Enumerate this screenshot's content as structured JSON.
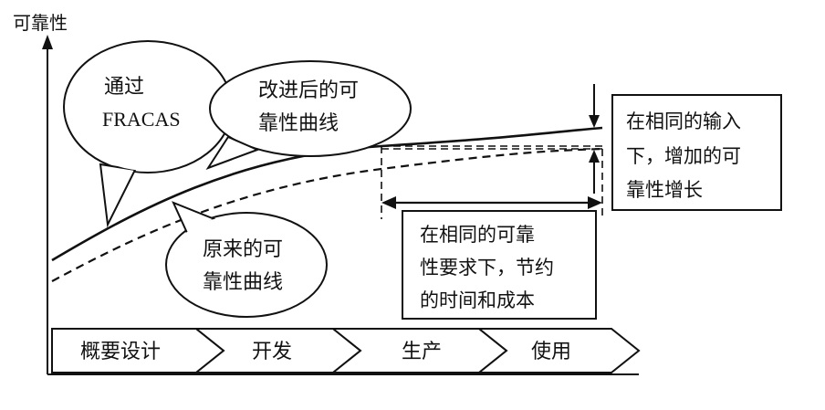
{
  "y_axis_label": "可靠性",
  "bubbles": {
    "fracas": [
      "通过",
      "FRACAS"
    ],
    "improved_curve": [
      "改进后的可",
      "靠性曲线"
    ],
    "original_curve": [
      "原来的可",
      "靠性曲线"
    ]
  },
  "boxes": {
    "reliability_gain": [
      "在相同的输入",
      "下，增加的可",
      "靠性增长"
    ],
    "time_cost_saving": [
      "在相同的可靠",
      "性要求下，节约",
      "的时间和成本"
    ]
  },
  "phases": [
    "概要设计",
    "开发",
    "生产",
    "使用"
  ],
  "colors": {
    "stroke": "#111111",
    "background": "#ffffff"
  }
}
